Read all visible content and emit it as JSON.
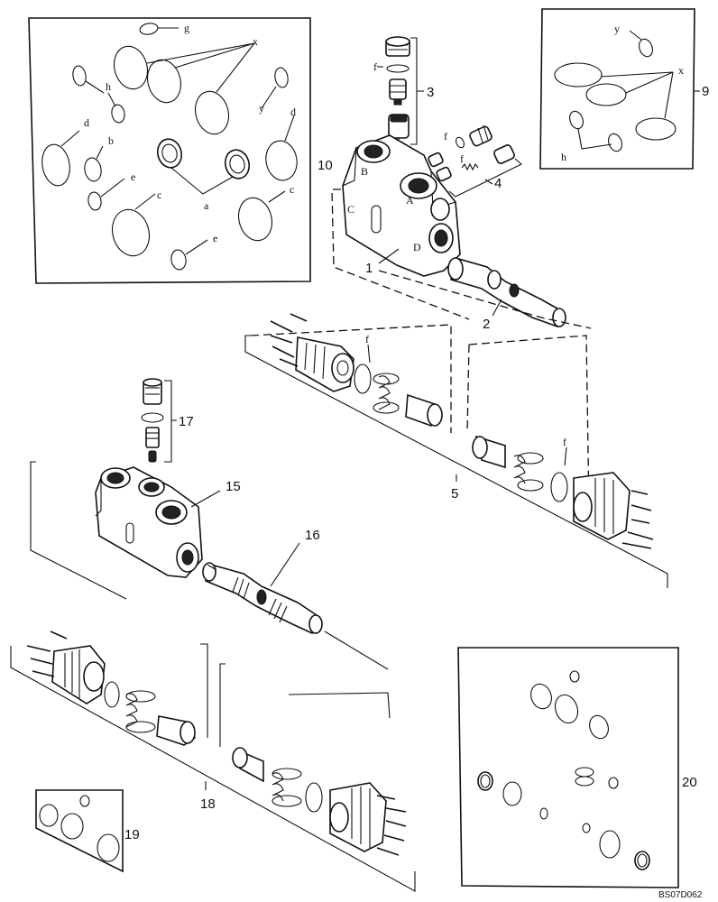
{
  "callouts": {
    "n1": "1",
    "n2": "2",
    "n3": "3",
    "n4": "4",
    "n5": "5",
    "n9": "9",
    "n10": "10",
    "n15": "15",
    "n16": "16",
    "n17": "17",
    "n18": "18",
    "n19": "19",
    "n20": "20"
  },
  "seal_kit_letters": {
    "a": "a",
    "b": "b",
    "c1": "c",
    "c2": "c",
    "d1": "d",
    "d2": "d",
    "e1": "e",
    "e2": "e",
    "f1": "f",
    "f2": "f",
    "f3": "f",
    "f4": "f",
    "f5": "f",
    "g": "g",
    "h1": "h",
    "h2": "h",
    "x1": "x",
    "x2": "x",
    "y1": "y",
    "y2": "y"
  },
  "drawing_code": "BS07D062"
}
